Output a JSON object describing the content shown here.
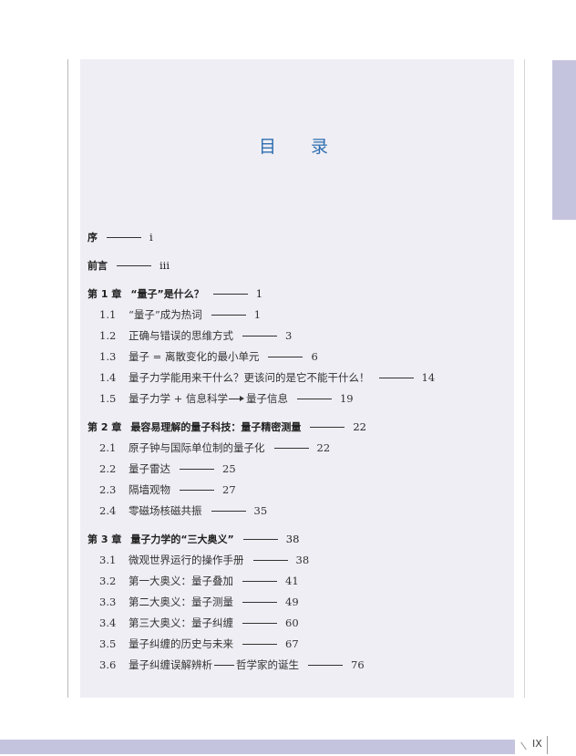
{
  "title": "目录",
  "page_number": "IX",
  "entries": [
    {
      "id": "preface",
      "text": "序",
      "page": "i"
    },
    {
      "id": "foreword",
      "text": "前言",
      "page": "iii"
    },
    {
      "id": "ch1",
      "num": "第 1 章",
      "text": "“量子”是什么？",
      "page": "1"
    },
    {
      "id": "s11",
      "num": "1.1",
      "text": "“量子”成为热词",
      "page": "1"
    },
    {
      "id": "s12",
      "num": "1.2",
      "text": "正确与错误的思维方式",
      "page": "3"
    },
    {
      "id": "s13",
      "num": "1.3",
      "text": "量子 = 离散变化的最小单元",
      "page": "6"
    },
    {
      "id": "s14",
      "num": "1.4",
      "text": "量子力学能用来干什么？更该问的是它不能干什么！",
      "page": "14"
    },
    {
      "id": "s15",
      "num": "1.5",
      "text_a": "量子力学 + 信息科学",
      "text_b": "量子信息",
      "page": "19"
    },
    {
      "id": "ch2",
      "num": "第 2 章",
      "text": "最容易理解的量子科技：量子精密测量",
      "page": "22"
    },
    {
      "id": "s21",
      "num": "2.1",
      "text": "原子钟与国际单位制的量子化",
      "page": "22"
    },
    {
      "id": "s22",
      "num": "2.2",
      "text": "量子雷达",
      "page": "25"
    },
    {
      "id": "s23",
      "num": "2.3",
      "text": "隔墙观物",
      "page": "27"
    },
    {
      "id": "s24",
      "num": "2.4",
      "text": "零磁场核磁共振",
      "page": "35"
    },
    {
      "id": "ch3",
      "num": "第 3 章",
      "text": "量子力学的“三大奥义”",
      "page": "38"
    },
    {
      "id": "s31",
      "num": "3.1",
      "text": "微观世界运行的操作手册",
      "page": "38"
    },
    {
      "id": "s32",
      "num": "3.2",
      "text": "第一大奥义：量子叠加",
      "page": "41"
    },
    {
      "id": "s33",
      "num": "3.3",
      "text": "第二大奥义：量子测量",
      "page": "49"
    },
    {
      "id": "s34",
      "num": "3.4",
      "text": "第三大奥义：量子纠缠",
      "page": "60"
    },
    {
      "id": "s35",
      "num": "3.5",
      "text": "量子纠缠的历史与未来",
      "page": "67"
    },
    {
      "id": "s36",
      "num": "3.6",
      "text_a": "量子纠缠误解辨析",
      "text_b": "哲学家的诞生",
      "page": "76"
    }
  ]
}
